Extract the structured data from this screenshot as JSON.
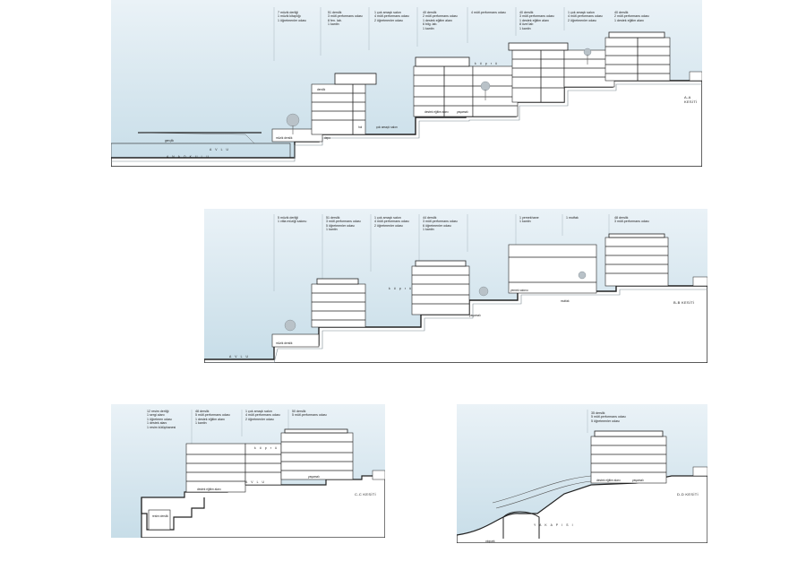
{
  "sections": {
    "aa": {
      "title": "A-A KESİTİ",
      "programs": [
        "7 müzik derliği\n1 müzik kitaplığı\n1 öğretmenler odası",
        "51 derslik\n3 mütl.performans odası\n8 fen. lab.\n1 kantin",
        "1 çok amaçlı salon\n4 mütl.performans odası\n2 öğretmenler odası",
        "40 derslik\n2 mütl.performans odası\n1 destek eğitim alanı\n6 bilg. lab.\n1 kantin",
        "4 mütl.performans odası",
        "40 derslik\n3 mütl.performans odası\n1 destek eğitim alanı\n8 özel lab\n1 kantin",
        "1 çok amaçlı salon\n4 mütl.performans odası\n2 öğretmenler odası",
        "40 derslik\n2 mütl.performans odası\n1 destek eğitim alanı"
      ],
      "labels": {
        "genclik": "gençlik",
        "avlu": "A V L U",
        "anaokulu": "A N A O K U L U",
        "muzik_derslik": "müzik derslik",
        "depo": "depo",
        "hol": "hol",
        "cok_amacli_salon": "çok amaçlı salon",
        "destek": "destek eğitim alanı",
        "kopru": "k ö p r ü",
        "yasamali": "yaşamalı",
        "derslik": "derslik"
      }
    },
    "bb": {
      "title": "B-B KESİTİ",
      "programs": [
        "5 müzik derliği\n1 vitla müziği salonu",
        "51 derslik\n3 mütl.performans odası\n5 öğretmenler odası\n1 kantin",
        "1 çok amaçlı salon\n4 mütl.performans odası\n2 öğretmenler odası",
        "44 derslik\n3 mütl.performans odası\n6 öğretmenler odası\n1 kantin",
        "",
        "1 yemekhane\n1 kantin",
        "1 mutfak",
        "48 derslik\n3 mütl.performans odası"
      ],
      "labels": {
        "avlu": "A V L U",
        "muzik_derslik": "müzik derslik",
        "yemek_salonu": "yemek salonu",
        "mutfak": "mutfak",
        "kopru": "k ö p r ü",
        "yasamali": "yaşamalı"
      }
    },
    "cc": {
      "title": "C-C KESİTİ",
      "programs": [
        "12 resim derliği\n1 sergi alanı\n1 öğretmen odası\n1 destek alanı\n1 resim kütüphanesi",
        "48 derslik\n5 mütl.performans odası\n1 destek eğitim alanı\n1 kantin",
        "1 çok amaçlı salon\n4 mütl.performans odası\n2 öğretmenler odası",
        "50 derslik\n5 mütl.performans odası"
      ],
      "labels": {
        "resim_derslik": "resim derslik",
        "avlu": "A V L U",
        "kopru": "k ö p r ü",
        "destek": "destek eğitim alanı",
        "yasamali": "yaşamalı"
      }
    },
    "dd": {
      "title": "D-D KESİTİ",
      "programs": [
        "35 derslik\n5 mütl.performans odası\n5 öğretmenler odası"
      ],
      "labels": {
        "giris": "Y A K A P I S I",
        "destek": "destek eğitim alanı",
        "yasamali": "yaşamalı",
        "zemin": "otopark"
      }
    }
  },
  "colors": {
    "sky_top": "#eaf2f7",
    "sky_bottom": "#c7dde8",
    "ground": "#ffffff",
    "line": "#222222",
    "fill_slab": "#ffffff"
  }
}
